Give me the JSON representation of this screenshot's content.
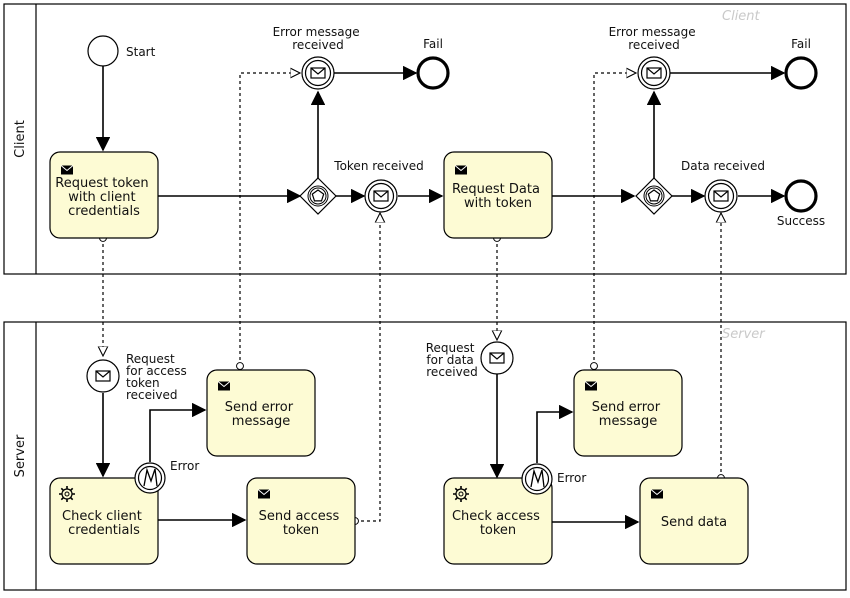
{
  "pools": {
    "client": {
      "label": "Client",
      "watermark": "Client"
    },
    "server": {
      "label": "Server",
      "watermark": "Server"
    }
  },
  "events": {
    "start": "Start",
    "fail_1": "Fail",
    "fail_2": "Fail",
    "success": "Success",
    "error_msg_received_1": [
      "Error message",
      "received"
    ],
    "error_msg_received_2": [
      "Error message",
      "received"
    ],
    "token_received": "Token received",
    "data_received": "Data received",
    "request_access_token_received": [
      "Request",
      "for access",
      "token",
      "received"
    ],
    "request_data_received": [
      "Request",
      "for data",
      "received"
    ],
    "error_1": "Error",
    "error_2": "Error"
  },
  "tasks": {
    "request_token": [
      "Request token",
      "with client",
      "credentials"
    ],
    "request_data": [
      "Request Data",
      "with token"
    ],
    "check_client_credentials": [
      "Check client",
      "credentials"
    ],
    "send_error_message_1": [
      "Send error",
      "message"
    ],
    "send_access_token": [
      "Send access",
      "token"
    ],
    "check_access_token": [
      "Check access",
      "token"
    ],
    "send_error_message_2": [
      "Send error",
      "message"
    ],
    "send_data": [
      "Send data"
    ]
  },
  "colors": {
    "task_fill": "#fdfbd4",
    "stroke": "#000000",
    "pool_border": "#000000"
  }
}
